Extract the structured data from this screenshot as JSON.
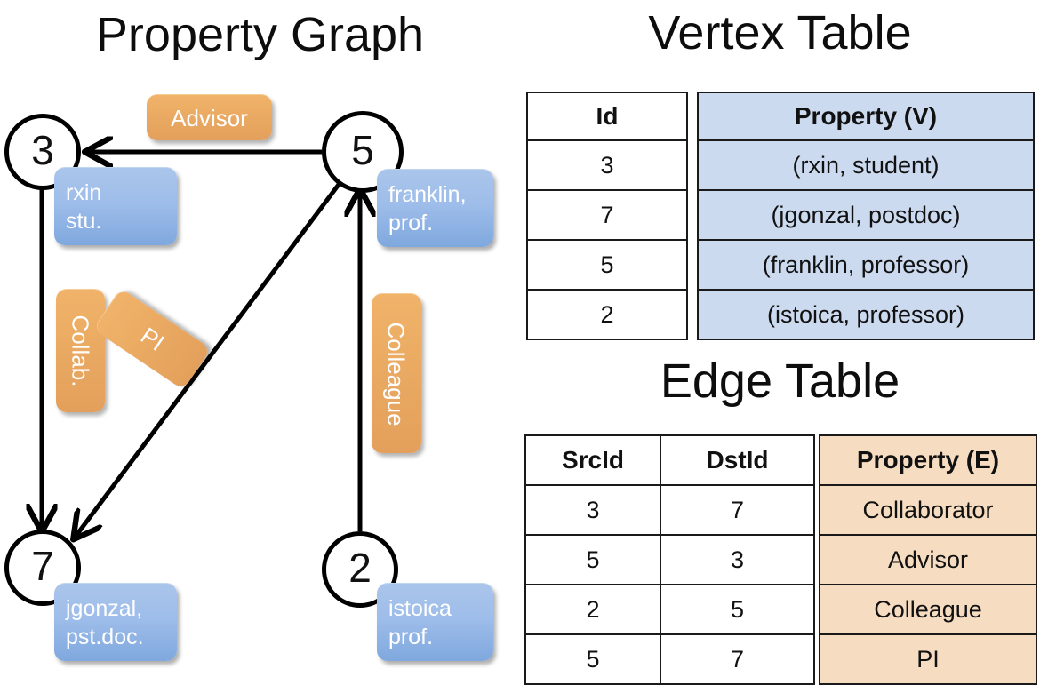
{
  "titles": {
    "property_graph": "Property Graph",
    "vertex_table": "Vertex Table",
    "edge_table": "Edge Table"
  },
  "graph": {
    "nodes": [
      {
        "id": "3",
        "property": "rxin\nstu.",
        "prop_line1": "rxin",
        "prop_line2": "stu."
      },
      {
        "id": "5",
        "property": "franklin,\nprof.",
        "prop_line1": "franklin,",
        "prop_line2": "prof."
      },
      {
        "id": "7",
        "property": "jgonzal,\npst.doc.",
        "prop_line1": "jgonzal,",
        "prop_line2": "pst.doc."
      },
      {
        "id": "2",
        "property": "istoica\nprof.",
        "prop_line1": "istoica",
        "prop_line2": "prof."
      }
    ],
    "edge_labels": {
      "advisor": "Advisor",
      "collab": "Collab.",
      "pi": "PI",
      "colleague": "Colleague"
    }
  },
  "vertex_table": {
    "headers": [
      "Id",
      "Property (V)"
    ],
    "rows": [
      {
        "id": "3",
        "property": "(rxin, student)"
      },
      {
        "id": "7",
        "property": "(jgonzal, postdoc)"
      },
      {
        "id": "5",
        "property": "(franklin, professor)"
      },
      {
        "id": "2",
        "property": "(istoica, professor)"
      }
    ]
  },
  "edge_table": {
    "headers": [
      "SrcId",
      "DstId",
      "Property (E)"
    ],
    "rows": [
      {
        "src": "3",
        "dst": "7",
        "property": "Collaborator"
      },
      {
        "src": "5",
        "dst": "3",
        "property": "Advisor"
      },
      {
        "src": "2",
        "dst": "5",
        "property": "Colleague"
      },
      {
        "src": "5",
        "dst": "7",
        "property": "PI"
      }
    ]
  },
  "colors": {
    "vertex_property_cell": "#ccdaef",
    "edge_property_cell": "#f6ddc2",
    "node_property_box": "#9ebdea",
    "edge_label_box": "#ebab63",
    "stroke": "#000000",
    "background": "#ffffff"
  }
}
